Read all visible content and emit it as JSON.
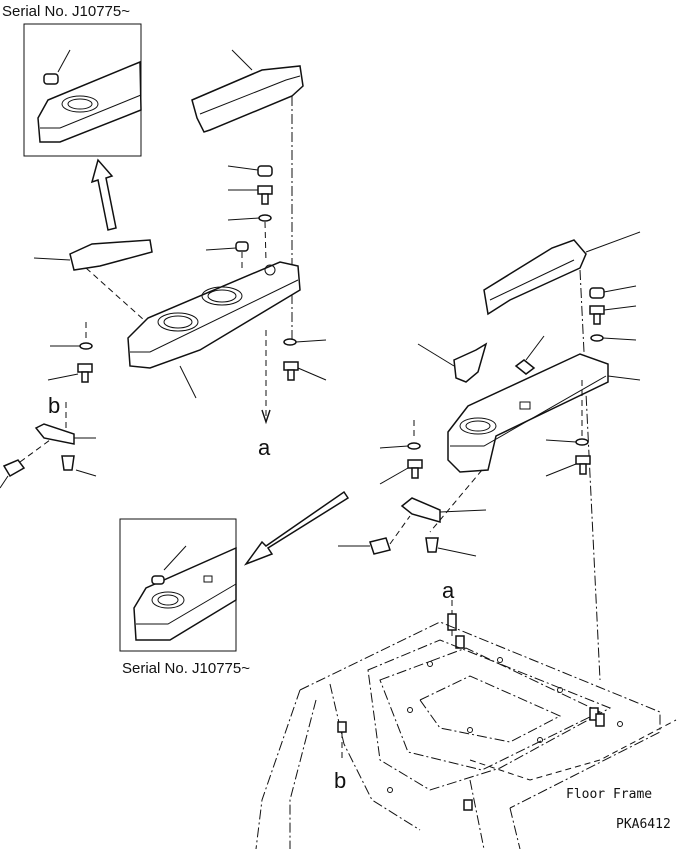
{
  "labels": {
    "serial_top": "Serial No. J10775~",
    "serial_inset": "Serial No. J10775~",
    "ref_a_left": "a",
    "ref_b_left": "b",
    "ref_a_frame": "a",
    "ref_b_frame": "b",
    "floor_frame": "Floor Frame",
    "drawing_code": "PKA6412"
  }
}
